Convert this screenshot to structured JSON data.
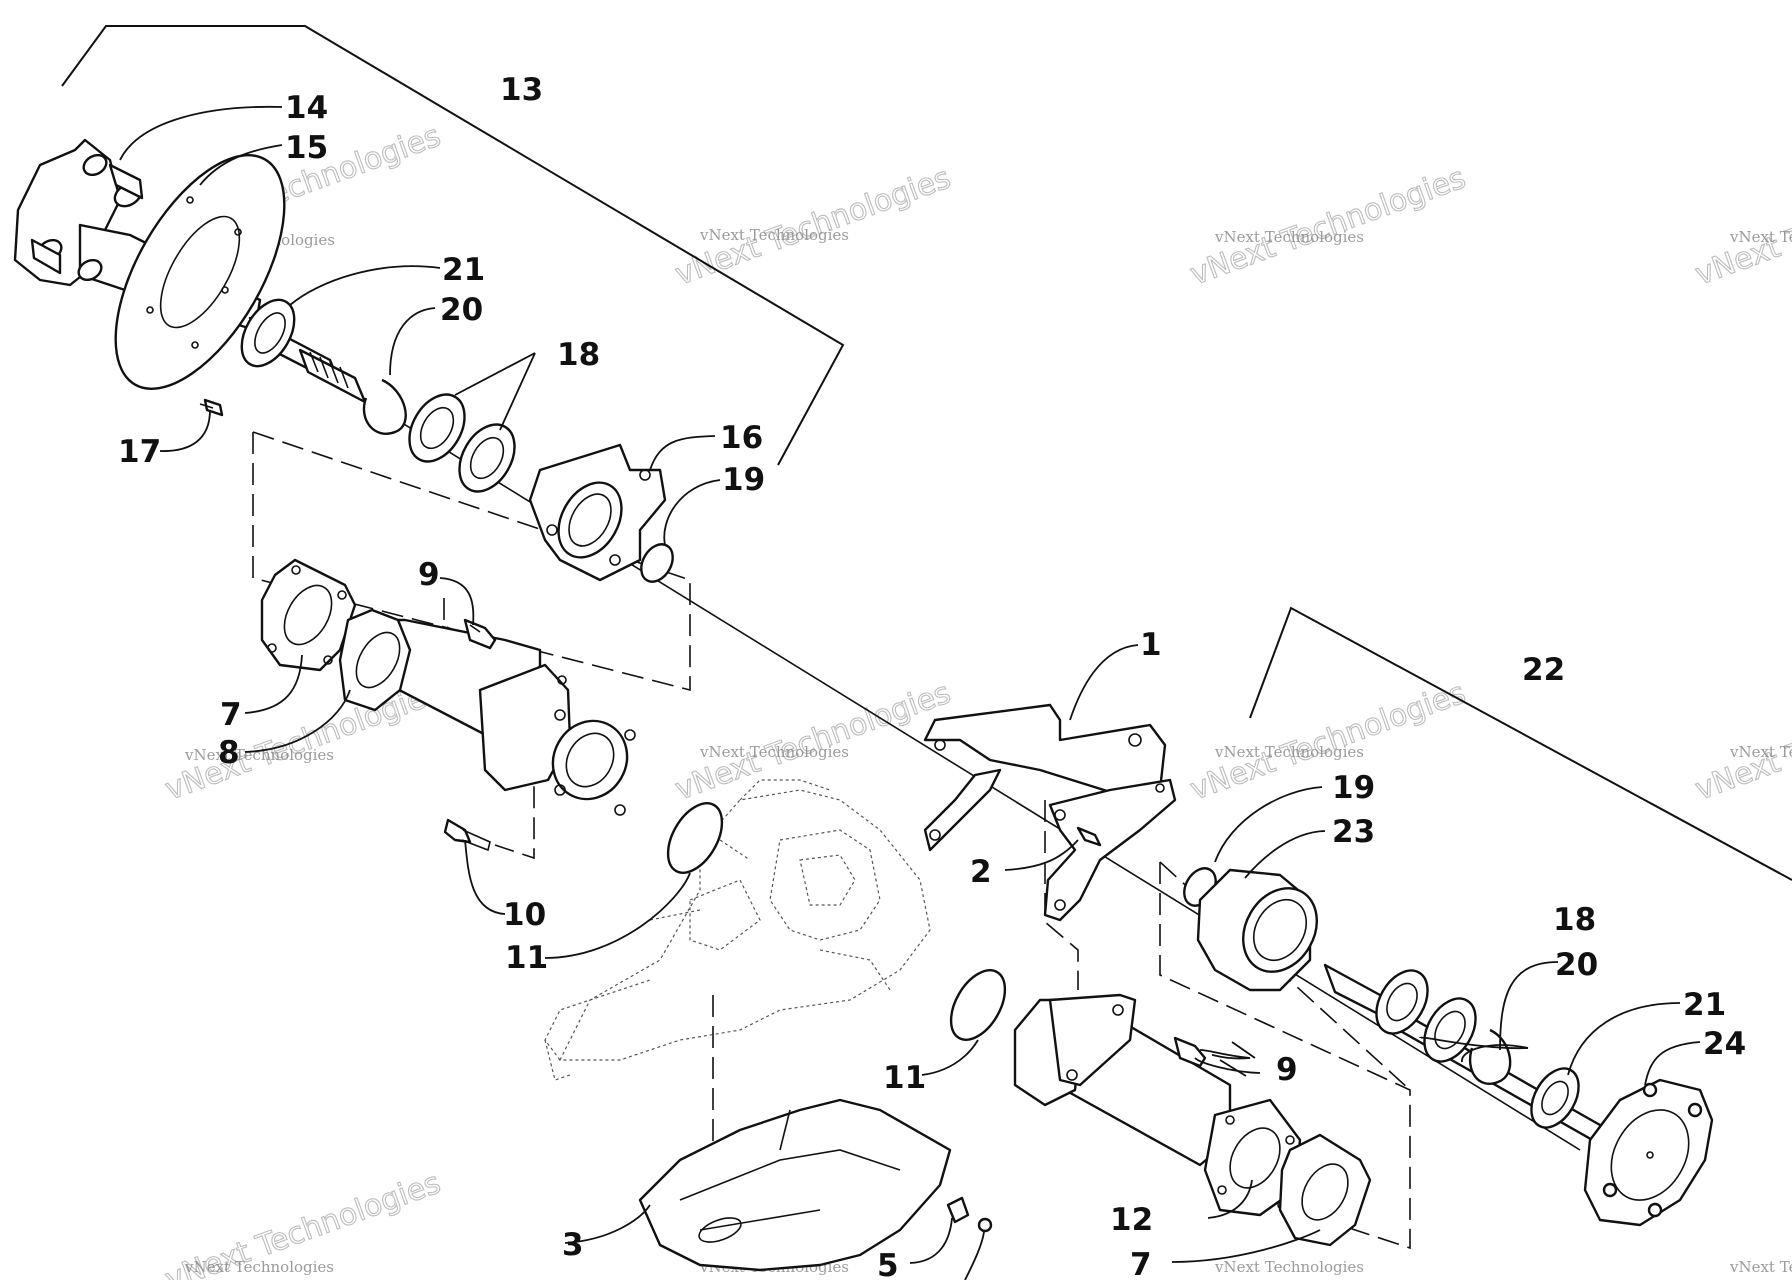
{
  "diagram": {
    "callouts": [
      "1",
      "2",
      "3",
      "5",
      "7",
      "7",
      "8",
      "9",
      "9",
      "10",
      "11",
      "11",
      "12",
      "13",
      "14",
      "15",
      "16",
      "17",
      "18",
      "18",
      "19",
      "19",
      "20",
      "20",
      "21",
      "21",
      "22",
      "23",
      "24"
    ],
    "watermark": {
      "line1": "vNext Technologies",
      "line2": "vNext Technologies"
    }
  }
}
